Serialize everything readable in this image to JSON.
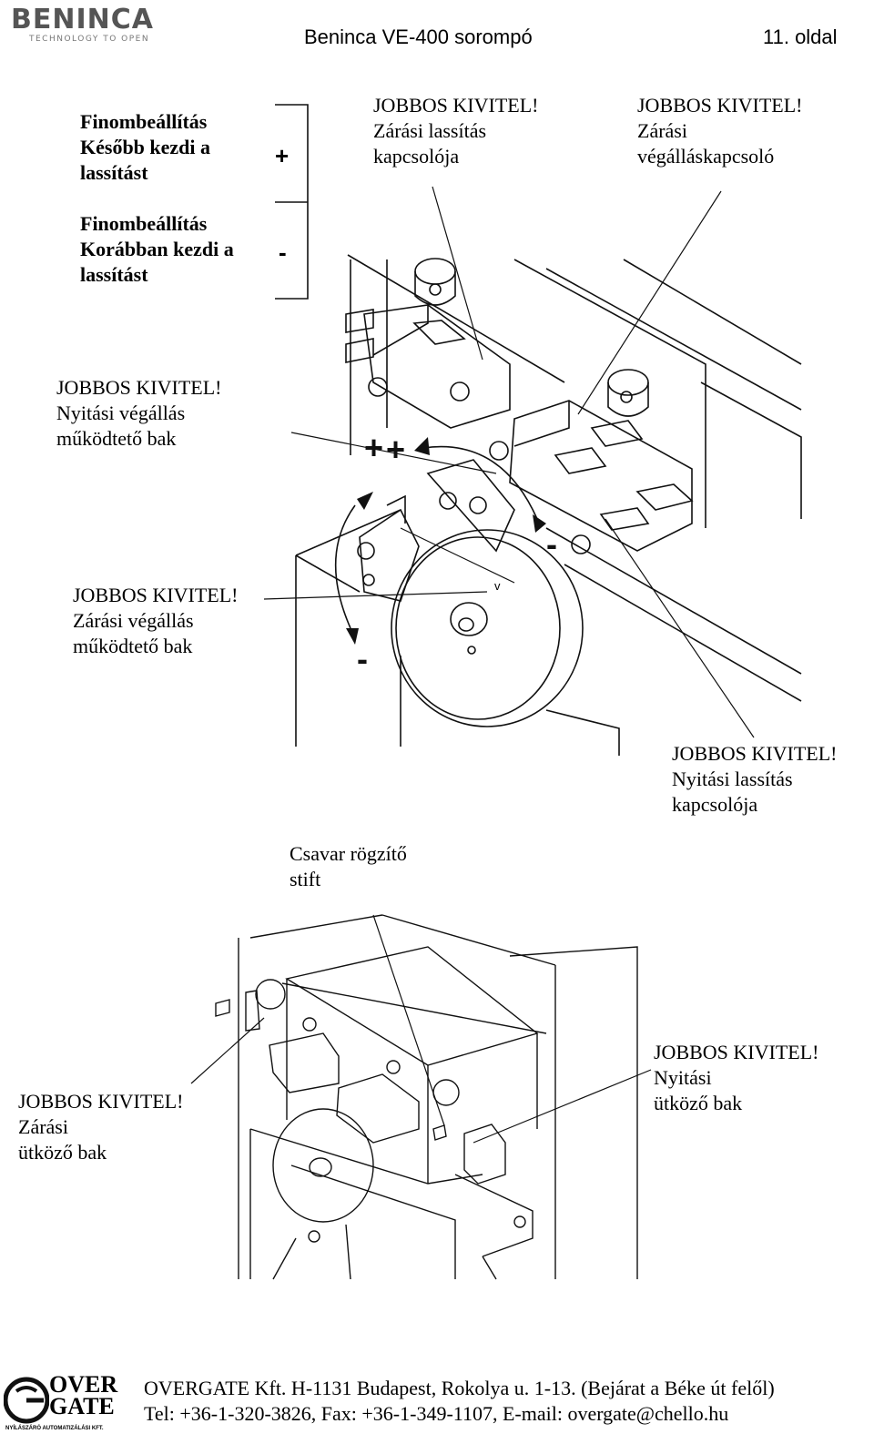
{
  "header": {
    "brand": "BENINCA",
    "brand_tagline": "TECHNOLOGY TO OPEN",
    "title": "Beninca VE-400 sorompó",
    "page": "11. oldal"
  },
  "diagram_top": {
    "fine_plus": [
      "Finombeállítás",
      "Később kezdi a",
      "lassítást"
    ],
    "fine_minus": [
      "Finombeállítás",
      "Korábban kezdi a",
      "lassítást"
    ],
    "plus_sign": "+",
    "minus_sign": "-",
    "close_slow_switch": [
      "JOBBOS KIVITEL!",
      "Zárási lassítás",
      "kapcsolója"
    ],
    "close_limit_switch": [
      "JOBBOS KIVITEL!",
      "Zárási",
      "végálláskapcsoló"
    ],
    "open_limit_cam": [
      "JOBBOS KIVITEL!",
      "Nyitási végállás",
      "működtető bak"
    ],
    "close_limit_cam": [
      "JOBBOS KIVITEL!",
      "Zárási végállás",
      "működtető bak"
    ],
    "open_slow_switch": [
      "JOBBOS KIVITEL!",
      "Nyitási lassítás",
      "kapcsolója"
    ],
    "dial_mark": "v"
  },
  "diagram_bottom": {
    "screw_pin": [
      "Csavar rögzítő",
      "stift"
    ],
    "close_stop": [
      "JOBBOS KIVITEL!",
      "Zárási",
      "ütköző bak"
    ],
    "open_stop": [
      "JOBBOS KIVITEL!",
      "Nyitási",
      "ütköző bak"
    ]
  },
  "footer": {
    "logo_top": "OVER",
    "logo_bottom": "GATE",
    "logo_sub": "NYÍLÁSZÁRÓ AUTOMATIZÁLÁSI KFT.",
    "line1": "OVERGATE Kft. H-1131 Budapest, Rokolya u. 1-13. (Bejárat a Béke út felől)",
    "line2": "Tel: +36-1-320-3826, Fax: +36-1-349-1107, E-mail: overgate@chello.hu"
  }
}
